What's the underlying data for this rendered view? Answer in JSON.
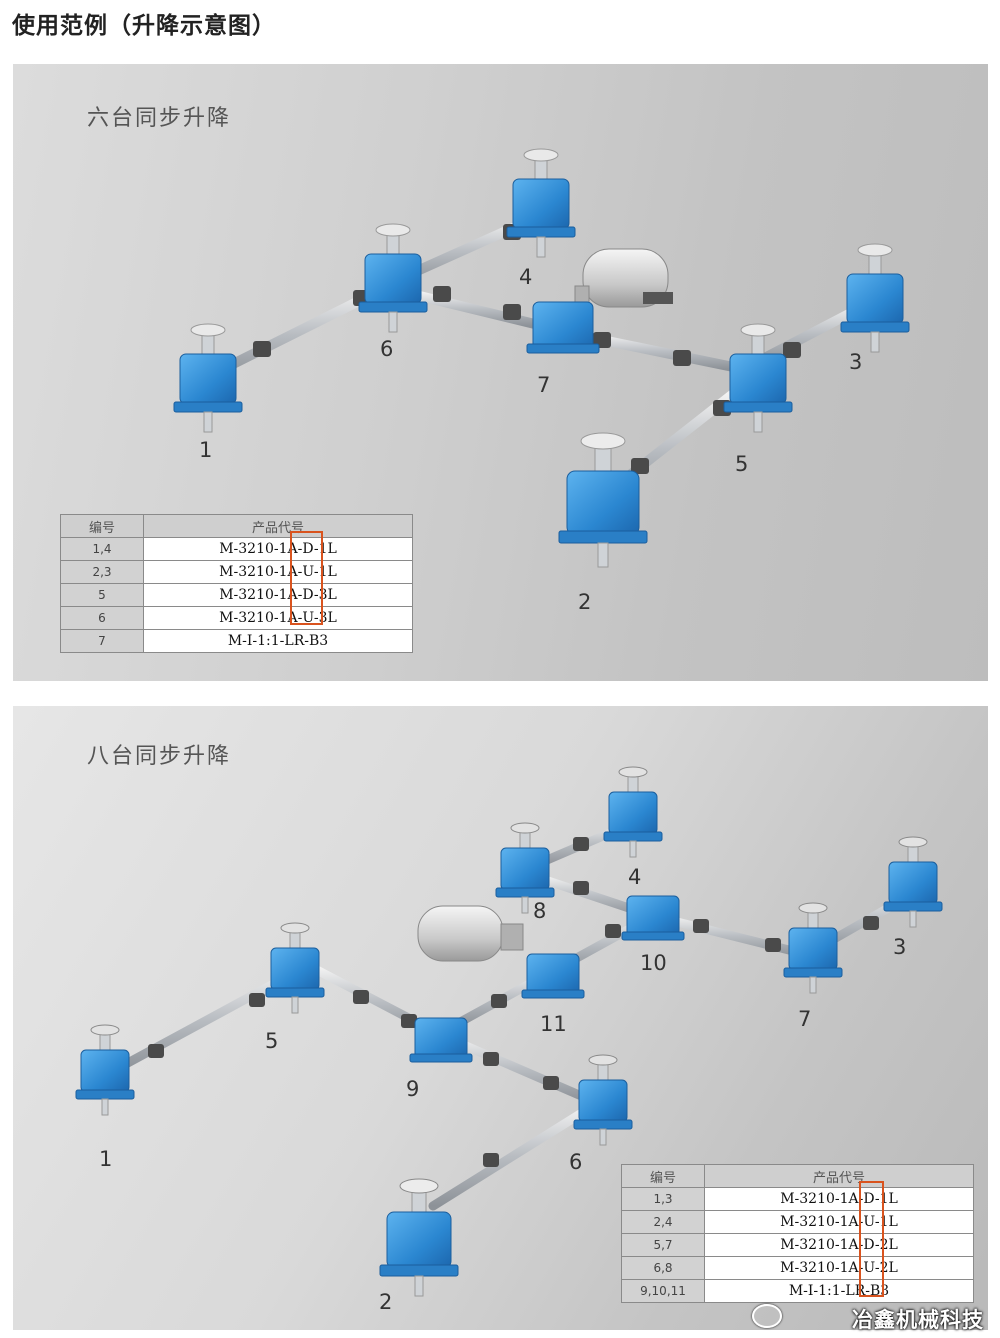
{
  "page": {
    "title": "使用范例（升降示意图）"
  },
  "panel1": {
    "title": "六台同步升降",
    "labels": [
      "1",
      "2",
      "3",
      "4",
      "5",
      "6",
      "7"
    ],
    "table": {
      "headers": [
        "编号",
        "产品代号"
      ],
      "rows": [
        {
          "id": "1,4",
          "code": "M-3210-1A-D-1L"
        },
        {
          "id": "2,3",
          "code": "M-3210-1A-U-1L"
        },
        {
          "id": "5",
          "code": "M-3210-1A-D-3L"
        },
        {
          "id": "6",
          "code": "M-3210-1A-U-3L"
        },
        {
          "id": "7",
          "code": "M-I-1:1-LR-B3"
        }
      ]
    }
  },
  "panel2": {
    "title": "八台同步升降",
    "labels": [
      "1",
      "2",
      "3",
      "4",
      "5",
      "6",
      "7",
      "8",
      "9",
      "10",
      "11"
    ],
    "table": {
      "headers": [
        "编号",
        "产品代号"
      ],
      "rows": [
        {
          "id": "1,3",
          "code": "M-3210-1A-D-1L"
        },
        {
          "id": "2,4",
          "code": "M-3210-1A-U-1L"
        },
        {
          "id": "5,7",
          "code": "M-3210-1A-D-2L"
        },
        {
          "id": "6,8",
          "code": "M-3210-1A-U-2L"
        },
        {
          "id": "9,10,11",
          "code": "M-I-1:1-LR-B3"
        }
      ]
    }
  },
  "watermark": "冶鑫机械科技",
  "colors": {
    "jack_blue": "#2e8fd8",
    "shaft": "#c8ccd0",
    "coupling": "#4a4a4a",
    "motor": "#d8d8d8",
    "highlight": "#d9531e"
  }
}
